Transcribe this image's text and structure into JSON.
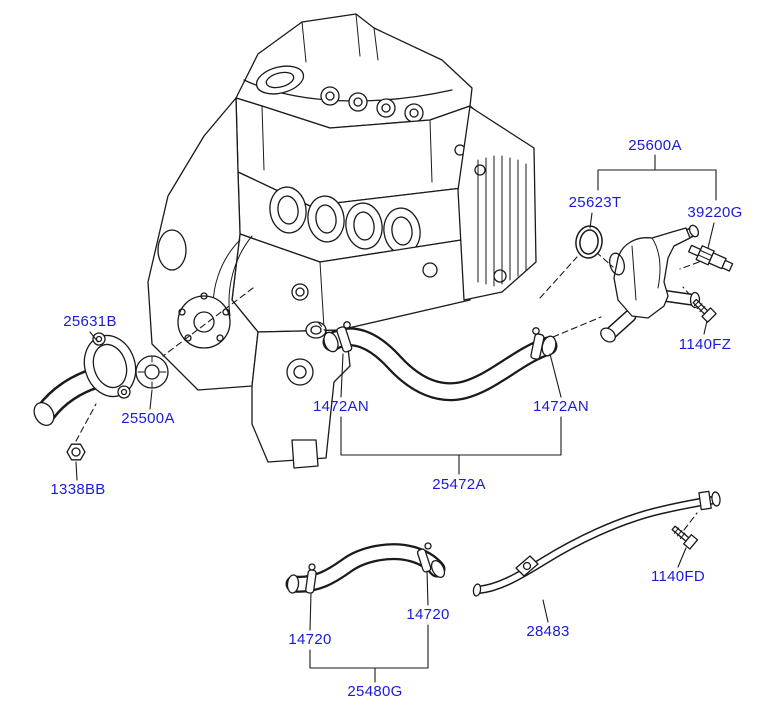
{
  "colors": {
    "label": "#1b1bd6",
    "line": "#1a1a1a",
    "background": "#ffffff"
  },
  "labels": [
    {
      "text": "25600A"
    },
    {
      "text": "25623T"
    },
    {
      "text": "39220G"
    },
    {
      "text": "1140FZ"
    },
    {
      "text": "25631B"
    },
    {
      "text": "25500A"
    },
    {
      "text": "1338BB"
    },
    {
      "text": "1472AN"
    },
    {
      "text": "1472AN"
    },
    {
      "text": "25472A"
    },
    {
      "text": "1140FD"
    },
    {
      "text": "28483"
    },
    {
      "text": "14720"
    },
    {
      "text": "14720"
    },
    {
      "text": "25480G"
    }
  ]
}
